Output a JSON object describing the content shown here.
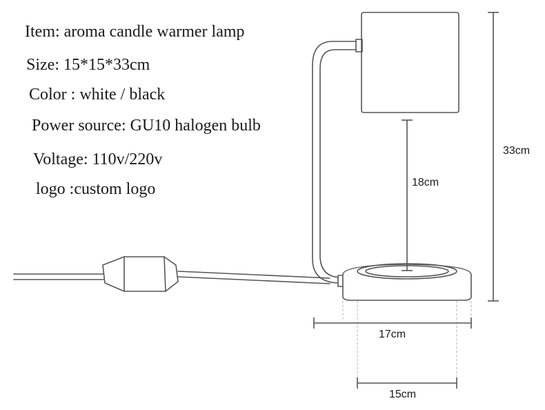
{
  "specs": {
    "item": "Item: aroma candle warmer lamp",
    "size": "Size: 15*15*33cm",
    "color": "Color : white / black",
    "power": "Power source: GU10 halogen bulb",
    "voltage": "Voltage: 110v/220v",
    "logo": "logo :custom logo"
  },
  "dimensions": {
    "height_total": "33cm",
    "lamp_to_plate": "18cm",
    "base_outer_width": "17cm",
    "base_inner_width": "15cm"
  },
  "colors": {
    "line": "#555555",
    "text": "#1a1a1a",
    "background": "#ffffff"
  }
}
